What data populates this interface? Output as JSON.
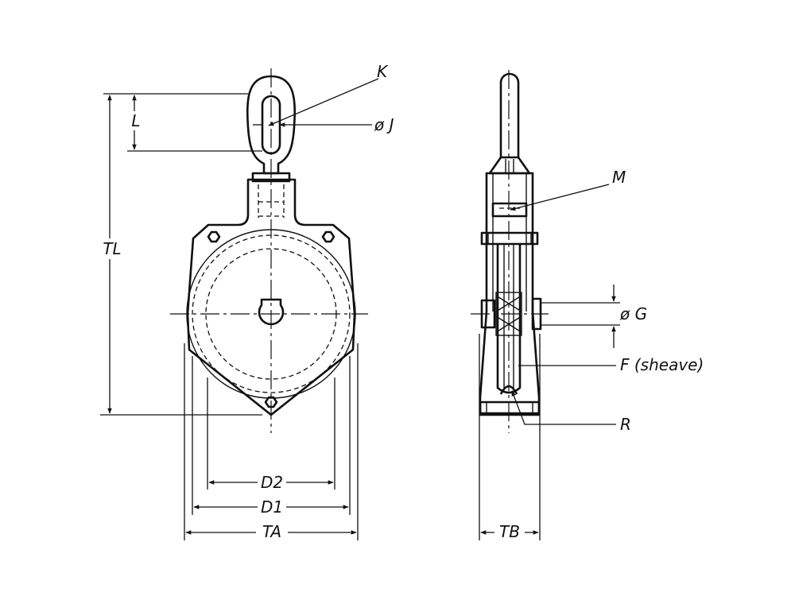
{
  "diagram": {
    "labels": {
      "K": "K",
      "J": "ø J",
      "L": "L",
      "TL": "TL",
      "D2": "D2",
      "D1": "D1",
      "TA": "TA",
      "M": "M",
      "G": "ø G",
      "F": "F (sheave)",
      "R": "R",
      "TB": "TB"
    },
    "colors": {
      "line": "#111111",
      "background": "#ffffff"
    }
  }
}
